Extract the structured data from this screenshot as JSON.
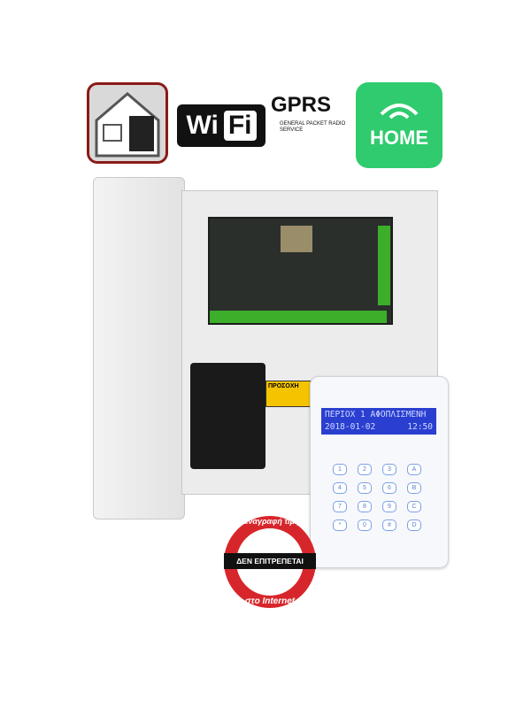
{
  "logos": {
    "wifi_a": "Wi",
    "wifi_b": "Fi",
    "gprs": "GPRS",
    "gprs_sub": "GENERAL PACKET RADIO SERVICE",
    "home": "HOME"
  },
  "warning_label": "ΠΡΟΣΟΧΗ",
  "keypad": {
    "lcd_line1": "ΠΕΡΙΟΧ 1 ΑΦΟΠΛΙΣΜΕΝΗ",
    "lcd_date": "2018-01-02",
    "lcd_time": "12:50",
    "keys": [
      "1",
      "2",
      "3",
      "A",
      "4",
      "5",
      "6",
      "B",
      "7",
      "8",
      "9",
      "C",
      "*",
      "0",
      "#",
      "D"
    ]
  },
  "stamp": {
    "top": "η αναγραφή τιμής",
    "band": "ΔΕΝ ΕΠΙΤΡΕΠΕΤΑΙ",
    "bottom": "στο Internet"
  }
}
